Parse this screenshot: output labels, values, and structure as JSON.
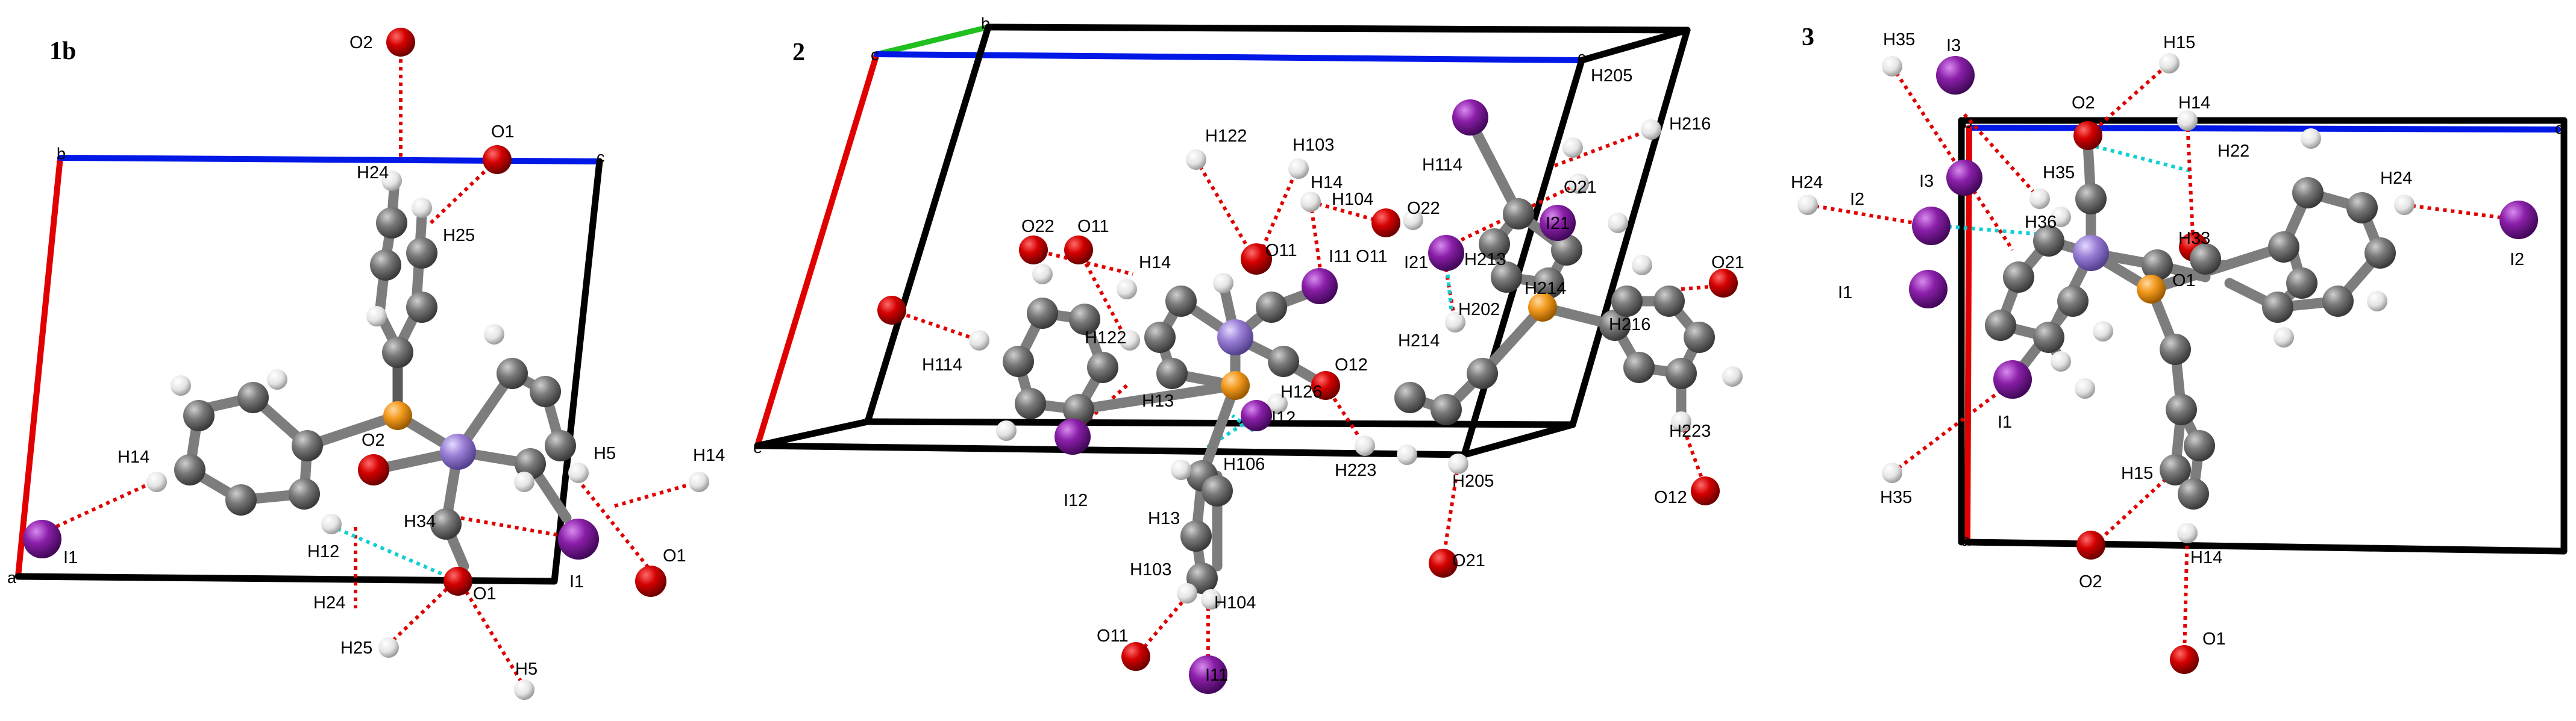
{
  "colors": {
    "carbon": "#6f6f6f",
    "hydrogen": "#e8e8e8",
    "oxygen": "#d40000",
    "iodine": "#8a1fa8",
    "phosphorus": "#f39a1e",
    "metal": "#9a7fd6",
    "axis_a": "#e00000",
    "axis_b": "#1fc01f",
    "axis_c": "#0018e6",
    "contact_red": "#e00000",
    "contact_cyan": "#10cfd3"
  },
  "panels": [
    {
      "label": "1b",
      "axes": [
        "a",
        "b",
        "c"
      ],
      "labels": [
        "O2",
        "O1",
        "H24",
        "H25",
        "H14",
        "I1",
        "O2",
        "H5",
        "H14",
        "H12",
        "H34",
        "I1",
        "O1",
        "H24",
        "O1",
        "H25",
        "H5"
      ]
    },
    {
      "label": "2",
      "axes": [
        "c",
        "b",
        "e",
        "c"
      ],
      "labels": [
        "H205",
        "H216",
        "H122",
        "H103",
        "H114",
        "H14",
        "H104",
        "O22",
        "O21",
        "O22",
        "O11",
        "H14",
        "O11",
        "I11",
        "O11",
        "I21",
        "H213",
        "I21",
        "O21",
        "H122",
        "H202",
        "H214",
        "H214",
        "H216",
        "H114",
        "H13",
        "H126",
        "O12",
        "I12",
        "H106",
        "H223",
        "I12",
        "H13",
        "H205",
        "H223",
        "H103",
        "H104",
        "O11",
        "I11",
        "O21",
        "O12"
      ]
    },
    {
      "label": "3",
      "axes": [
        "b",
        "c",
        "a"
      ],
      "labels": [
        "H35",
        "I3",
        "H15",
        "O2",
        "H14",
        "H22",
        "H24",
        "I3",
        "H35",
        "H24",
        "I2",
        "H36",
        "H33",
        "O1",
        "I2",
        "I1",
        "I1",
        "H35",
        "H15",
        "O2",
        "H14",
        "O1"
      ]
    }
  ]
}
